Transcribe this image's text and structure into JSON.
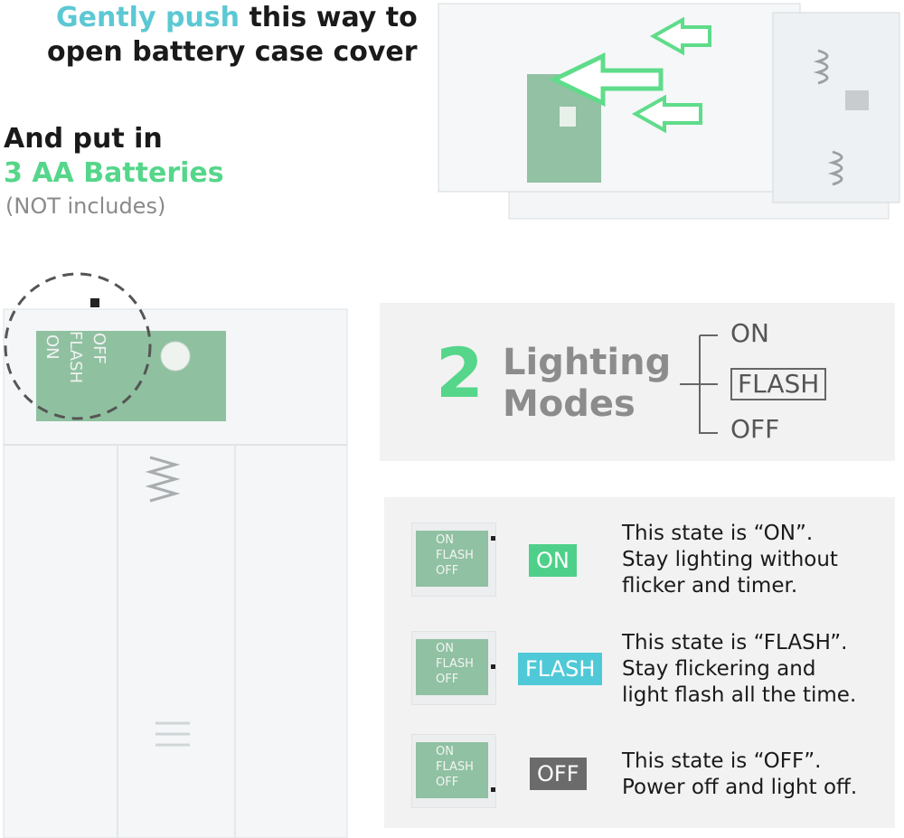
{
  "headline": {
    "line1_highlight": "Gently push",
    "line1_rest": " this way to",
    "line2": "open battery case cover"
  },
  "battery_note": {
    "line1": "And put in",
    "line2": "3 AA Batteries",
    "line3": "(NOT includes)"
  },
  "modes": {
    "number": "2",
    "word1": "Lighting",
    "word2": "Modes",
    "options": [
      "ON",
      "FLASH",
      "OFF"
    ]
  },
  "switch_labels": [
    "ON",
    "FLASH",
    "OFF"
  ],
  "states": [
    {
      "badge": "ON",
      "badge_color": "#4fd08a",
      "line1": "This state is “ON”.",
      "line2": "Stay lighting without",
      "line3": "flicker and timer."
    },
    {
      "badge": "FLASH",
      "badge_color": "#4fc9d8",
      "line1": "This state is “FLASH”.",
      "line2": "Stay flickering and",
      "line3": "light flash all the time."
    },
    {
      "badge": "OFF",
      "badge_color": "#6b6b6b",
      "line1": "This state is “OFF”.",
      "line2": "Power off and light off.",
      "line3": ""
    }
  ],
  "colors": {
    "accent_green": "#55d68a",
    "accent_teal": "#5cc8d3",
    "arrow_green": "#5fdc8a"
  }
}
